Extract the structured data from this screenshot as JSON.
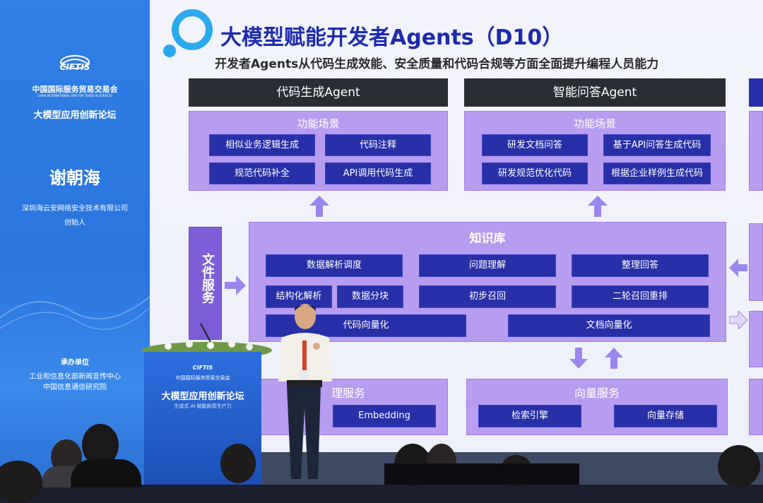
{
  "banner": {
    "logo_text": "CIFTIS",
    "org": "中国国际服务贸易交易会",
    "org_en": "CHINA INTERNATIONAL FAIR FOR TRADE IN SERVICES",
    "forum": "大模型应用创新论坛",
    "speaker": "谢朝海",
    "company": "深圳海云安网络安全技术有限公司",
    "role": "创始人",
    "host_label": "承办单位",
    "host1": "工业和信息化部新闻宣传中心",
    "host2": "中国信息通信研究院"
  },
  "podium": {
    "logo_text": "CIFTIS",
    "org": "中国国际服务贸易交易会",
    "title": "大模型应用创新论坛",
    "subtitle": "生成式 AI 赋能新质生产力"
  },
  "slide": {
    "title": "大模型赋能开发者Agents（D10）",
    "subtitle": "开发者Agents从代码生成效能、安全质量和代码合规等方面全面提升编程人员能力",
    "agent1": {
      "header": "代码生成Agent",
      "panel": "功能场景",
      "items": [
        "相似业务逻辑生成",
        "代码注释",
        "规范代码补全",
        "API调用代码生成"
      ]
    },
    "agent2": {
      "header": "智能问答Agent",
      "panel": "功能场景",
      "items": [
        "研发文档问答",
        "基于API问答生成代码",
        "研发规范优化代码",
        "根据企业样例生成代码"
      ]
    },
    "file_service": "文件服务",
    "kb": {
      "title": "知识库",
      "items": [
        "数据解析调度",
        "问题理解",
        "整理回答",
        "结构化解析",
        "数据分块",
        "初步召回",
        "二轮召回重排",
        "代码向量化",
        "文档向量化"
      ]
    },
    "svc1": {
      "title": "理服务",
      "item": "Embedding"
    },
    "svc2": {
      "title": "向量服务",
      "items": [
        "检索引擎",
        "向量存储"
      ]
    }
  },
  "colors": {
    "panel": "#b89cf0",
    "chip": "#2730a8",
    "header": "#2b2d35",
    "banner": "#2f7fe6",
    "arrow": "#9b86ee"
  }
}
